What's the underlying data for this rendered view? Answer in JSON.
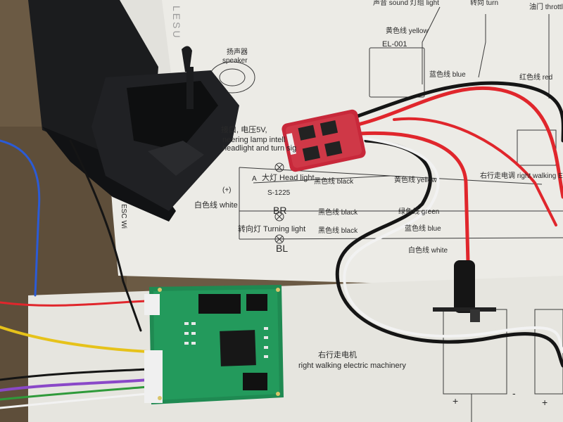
{
  "doc_labels": {
    "sound_light_header": "声音 sound  灯组 light",
    "turn_header": "转向 turn",
    "throttle_header": "油门 throttle",
    "yellow_top": "黄色线 yellow",
    "board_name": "EL-001",
    "speaker_cn": "扬声器",
    "speaker_en": "speaker",
    "blue_top": "蓝色线 blue",
    "red_top": "红色线 red",
    "interface_cn": "接口, 电压5V,",
    "lamp_en": "neering lamp intell",
    "headlight_en": "headlight and turn sig",
    "letter_a": "A",
    "headlight_label": "大灯 Head light",
    "black_line_1": "黑色线 black",
    "yellow_right": "黄色线 yellow",
    "s1225": "S-1225",
    "white_plus": "(+)",
    "white_left": "白色线 white",
    "br": "BR",
    "black_line_2": "黑色线 black",
    "green_line": "绿色线 green",
    "turning_label": "转向灯 Turning light",
    "black_line_3": "黑色线 black",
    "blue_line": "蓝色线 blue",
    "bl": "BL",
    "white_right": "白色线 white",
    "right_walking_esc": "右行走电调  right walking EC",
    "motor_cn": "右行走电机",
    "motor_en": "right walking electric machinery",
    "esc_side": "ESC Wi",
    "lesu_logo": "LESU",
    "plus_1": "+",
    "minus_1": "-",
    "plus_2": "+"
  },
  "colors": {
    "paper": "#ecebe6",
    "pcb_green": "#1f8a52",
    "pcb_red": "#c8283a",
    "plastic": "#1b1c1e",
    "wood": "#6b5a44",
    "wire_red": "#e0262c",
    "wire_black": "#151515",
    "wire_yellow": "#e6c21a",
    "wire_white": "#f2f2f2",
    "wire_blue": "#2b5bd6"
  }
}
